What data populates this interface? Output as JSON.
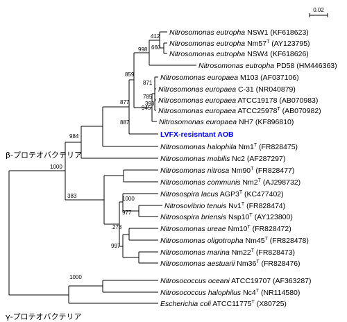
{
  "scale_bar": {
    "label": "0.02"
  },
  "groups": {
    "beta": "β-プロテオバクテリア",
    "gamma": "γ-プロテオバクテリア"
  },
  "highlight": {
    "label": "LVFX-resisntant AOB",
    "color": "#0000ff"
  },
  "taxa": [
    {
      "genus": "Nitrosomonas",
      "epithet": "eutropha",
      "strain": "NSW1",
      "type": false,
      "acc": "(KF618623)"
    },
    {
      "genus": "Nitrosomonas",
      "epithet": "eutropha",
      "strain": "Nm57",
      "type": true,
      "acc": "(AY123795)"
    },
    {
      "genus": "Nitrosomonas",
      "epithet": "eutropha",
      "strain": "NSW4",
      "type": false,
      "acc": "(KF618626)"
    },
    {
      "genus": "Nitrosomonas",
      "epithet": "eutropha",
      "strain": "PD58",
      "type": false,
      "acc": "(HM446363)"
    },
    {
      "genus": "Nitrosomonas",
      "epithet": "europaea",
      "strain": "M103",
      "type": false,
      "acc": "(AF037106)"
    },
    {
      "genus": "Nitrosomonas",
      "epithet": "europaea",
      "strain": "C-31",
      "type": false,
      "acc": "(NR040879)"
    },
    {
      "genus": "Nitrosomonas",
      "epithet": "europaea",
      "strain": "ATCC19178",
      "type": false,
      "acc": "(AB070983)"
    },
    {
      "genus": "Nitrosomonas",
      "epithet": "europaea",
      "strain": "ATCC25978",
      "type": true,
      "acc": "(AB070982)"
    },
    {
      "genus": "Nitrosomonas",
      "epithet": "europaea",
      "strain": "NH7",
      "type": false,
      "acc": "(KF896810)"
    },
    {
      "highlight": true
    },
    {
      "genus": "Nitrosomonas",
      "epithet": "halophila",
      "strain": "Nm1",
      "type": true,
      "acc": "(FR828475)"
    },
    {
      "genus": "Nitrosomonas",
      "epithet": "mobilis",
      "strain": "Nc2",
      "type": false,
      "acc": "(AF287297)"
    },
    {
      "genus": "Nitrosomonas",
      "epithet": "nitrosa",
      "strain": "Nm90",
      "type": true,
      "acc": "(FR828477)"
    },
    {
      "genus": "Nitrosomonas",
      "epithet": "communis",
      "strain": "Nm2",
      "type": true,
      "acc": "(AJ298732)"
    },
    {
      "genus": "Nitrosospira",
      "epithet": "lacus",
      "strain": "AGP3",
      "type": true,
      "acc": "(KC477402)"
    },
    {
      "genus": "Nitrosovibrio",
      "epithet": "tenuis",
      "strain": "Nv1",
      "type": true,
      "acc": "(FR828474)"
    },
    {
      "genus": "Nitrosospira",
      "epithet": "briensis",
      "strain": "Nsp10",
      "type": true,
      "acc": "(AY123800)"
    },
    {
      "genus": "Nitrosomonas",
      "epithet": "ureae",
      "strain": "Nm10",
      "type": true,
      "acc": "(FR828472)"
    },
    {
      "genus": "Nitrosomonas",
      "epithet": "oligotropha",
      "strain": "Nm45",
      "type": true,
      "acc": "(FR828478)"
    },
    {
      "genus": "Nitrosomonas",
      "epithet": "marina",
      "strain": "Nm22",
      "type": true,
      "acc": "(FR828473)"
    },
    {
      "genus": "Nitrosomonas",
      "epithet": "aestuarii",
      "strain": "Nm36",
      "type": true,
      "acc": "(FR828476)"
    },
    {
      "genus": "Nitrosococcus",
      "epithet": "oceani",
      "strain": "ATCC19707",
      "type": false,
      "acc": "(AF363287)"
    },
    {
      "genus": "Nitrosococcus",
      "epithet": "halophilus",
      "strain": "Nc4",
      "type": true,
      "acc": "(NR114580)"
    },
    {
      "genus": "Escherichia",
      "epithet": "coli",
      "strain": "ATCC11775",
      "type": true,
      "acc": "(X80725)"
    }
  ],
  "bootstrap": [
    "412",
    "660",
    "998",
    "859",
    "871",
    "785",
    "393",
    "945",
    "877",
    "887",
    "984",
    "383",
    "977",
    "1000",
    "278",
    "997",
    "1000",
    "1000"
  ],
  "type_mark": "T"
}
